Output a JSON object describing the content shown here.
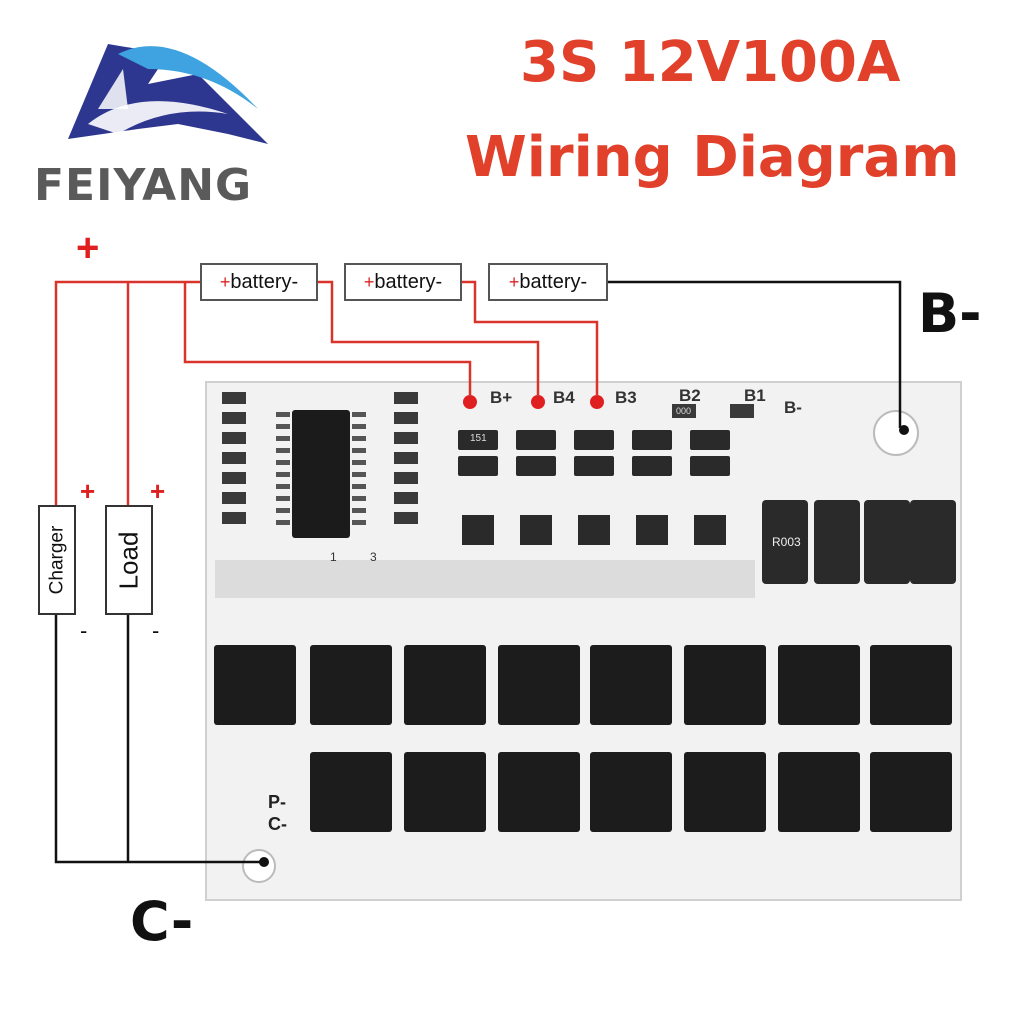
{
  "brand": {
    "name": "FEIYANG",
    "colors": {
      "dark_blue": "#2e3790",
      "light_blue": "#3ea3e0"
    }
  },
  "title": {
    "line1": "3S 12V100A",
    "line2": "Wiring Diagram",
    "color": "#e1402a"
  },
  "batteries": [
    {
      "plus": "+",
      "label": "battery",
      "minus": "-"
    },
    {
      "plus": "+",
      "label": "battery",
      "minus": "-"
    },
    {
      "plus": "+",
      "label": "battery",
      "minus": "-"
    }
  ],
  "terminals": {
    "b_minus": "B-",
    "c_minus": "C-",
    "main_plus": "+"
  },
  "devices": [
    {
      "label": "Charger",
      "plus": "+",
      "minus": "-"
    },
    {
      "label": "Load",
      "plus": "+",
      "minus": "-"
    }
  ],
  "pcb": {
    "pads": [
      "B+",
      "B4",
      "B3",
      "B2",
      "B1",
      "B-"
    ],
    "outputs": [
      "P-",
      "C-"
    ],
    "resistor_codes": [
      "151",
      "000",
      "R003"
    ],
    "silkscreen": [
      "1",
      "3"
    ]
  },
  "wire_colors": {
    "red": "#d9342b",
    "black": "#111111"
  }
}
